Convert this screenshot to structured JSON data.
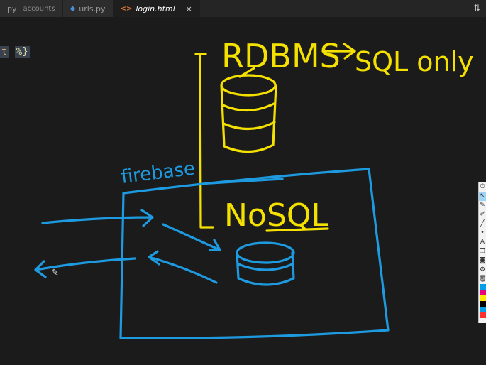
{
  "tabs": [
    {
      "label": "py",
      "description": "accounts",
      "icon": "python-file-icon",
      "active": false
    },
    {
      "label": "urls.py",
      "description": "",
      "icon": "python-file-icon",
      "active": false
    },
    {
      "label": "login.html",
      "description": "",
      "icon": "html-file-icon",
      "active": true,
      "close": "×"
    }
  ],
  "editor": {
    "code_fragment_text": "t",
    "code_fragment_tag": "%}"
  },
  "drawing": {
    "top_label": "RDBMS",
    "arrow_target": "SQL only",
    "box_label": "firebase",
    "middle_label_prefix": "No",
    "middle_label_suffix": "SQL"
  },
  "colors": {
    "yellow_ink": "#f5e100",
    "blue_ink": "#1e9ae0",
    "background": "#1b1b1b"
  },
  "pen_toolbar": {
    "tools": [
      "power-icon",
      "pointer-icon",
      "highlighter-icon",
      "pen-icon",
      "line-icon",
      "dot-icon",
      "text-icon",
      "copy-icon",
      "camera-icon",
      "settings-icon",
      "delete-icon"
    ],
    "swatches": [
      "#00a0e9",
      "#e6007e",
      "#ffe600",
      "#000000",
      "#00a0e9",
      "#ff3030"
    ]
  }
}
